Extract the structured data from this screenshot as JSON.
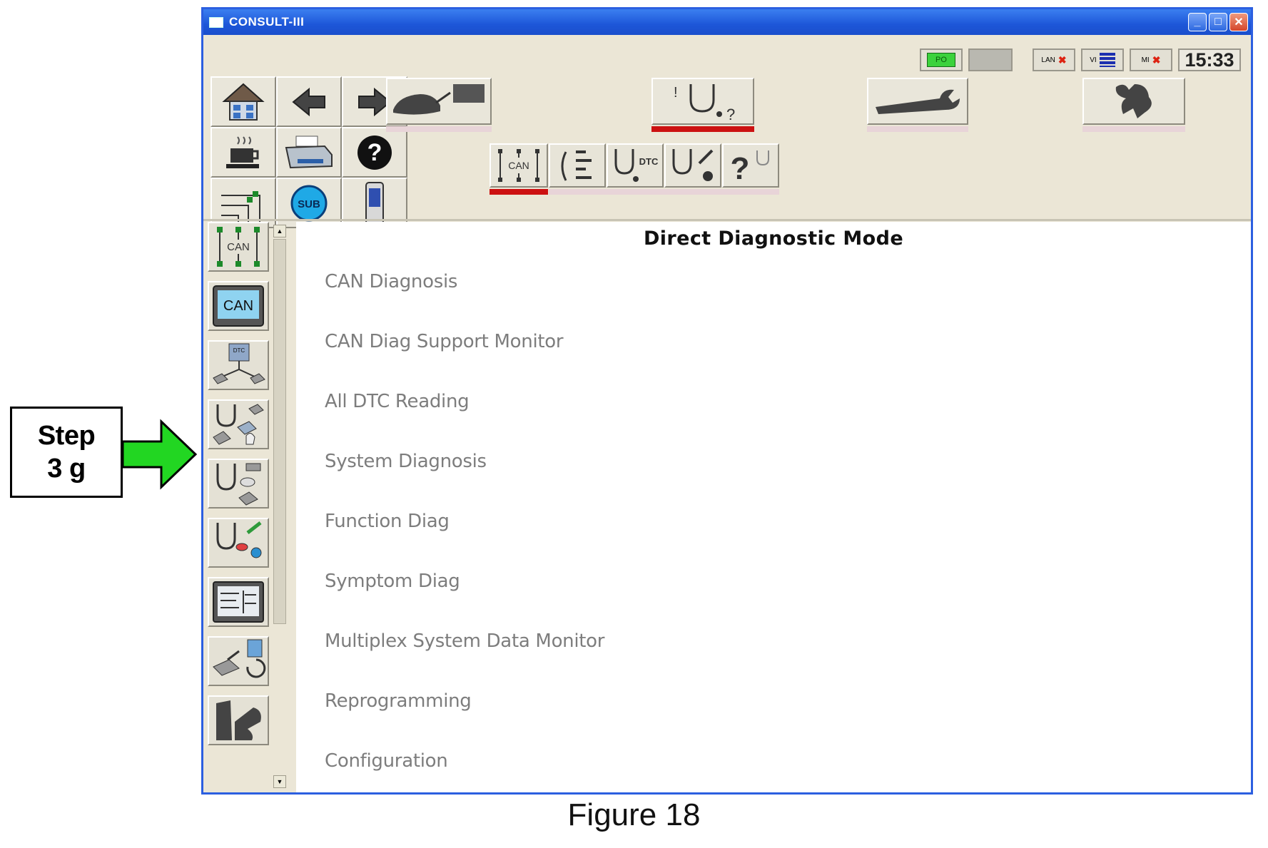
{
  "window": {
    "title": "CONSULT-III"
  },
  "status": {
    "ecu_label": "PO",
    "lan_label": "LAN",
    "vi_label": "VI",
    "mi_label": "MI",
    "clock": "15:33"
  },
  "nav": {
    "sub_label": "SUB"
  },
  "sub_modes": {
    "can_label": "CAN",
    "dtc_label": "DTC"
  },
  "content": {
    "title": "Direct Diagnostic Mode",
    "menu": [
      "CAN Diagnosis",
      "CAN Diag Support Monitor",
      "All DTC Reading",
      "System Diagnosis",
      "Function Diag",
      "Symptom Diag",
      "Multiplex System Data Monitor",
      "Reprogramming",
      "Configuration"
    ]
  },
  "sidebar": {
    "can_icon_label": "CAN",
    "can_screen_label": "CAN",
    "dtc_label": "DTC"
  },
  "callout": {
    "line1": "Step",
    "line2": "3 g"
  },
  "caption": "Figure 18",
  "colors": {
    "titlebar": "#1d56d8",
    "accent_underline": "#cc1111",
    "callout_arrow": "#22d622"
  }
}
